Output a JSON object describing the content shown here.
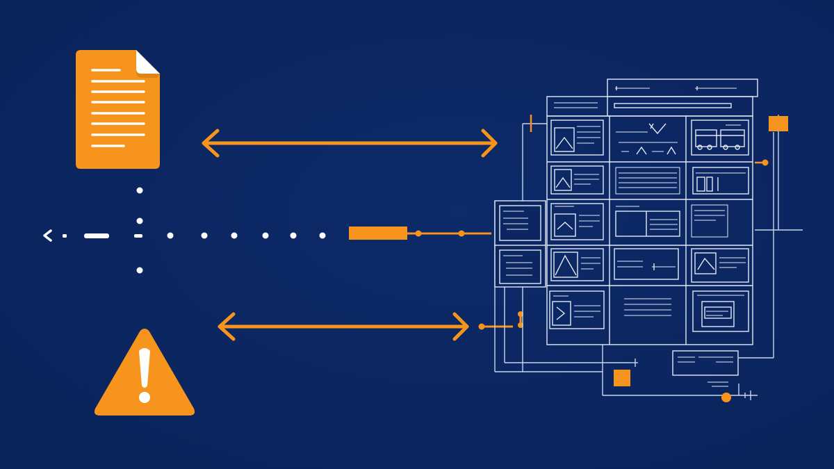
{
  "colors": {
    "background": "#0b2660",
    "accent": "#f7941d",
    "line": "#e8eef8",
    "line_dim": "#b9c6e0"
  },
  "icons": {
    "document": "document-icon",
    "warning": "warning-icon",
    "grid": "wireframe-grid-icon"
  },
  "connectors": [
    {
      "name": "bidirectional-arrow-top",
      "style": "double-headed"
    },
    {
      "name": "bidirectional-arrow-bottom",
      "style": "double-headed"
    },
    {
      "name": "dotted-back-path",
      "style": "dotted-with-left-chevron"
    }
  ]
}
